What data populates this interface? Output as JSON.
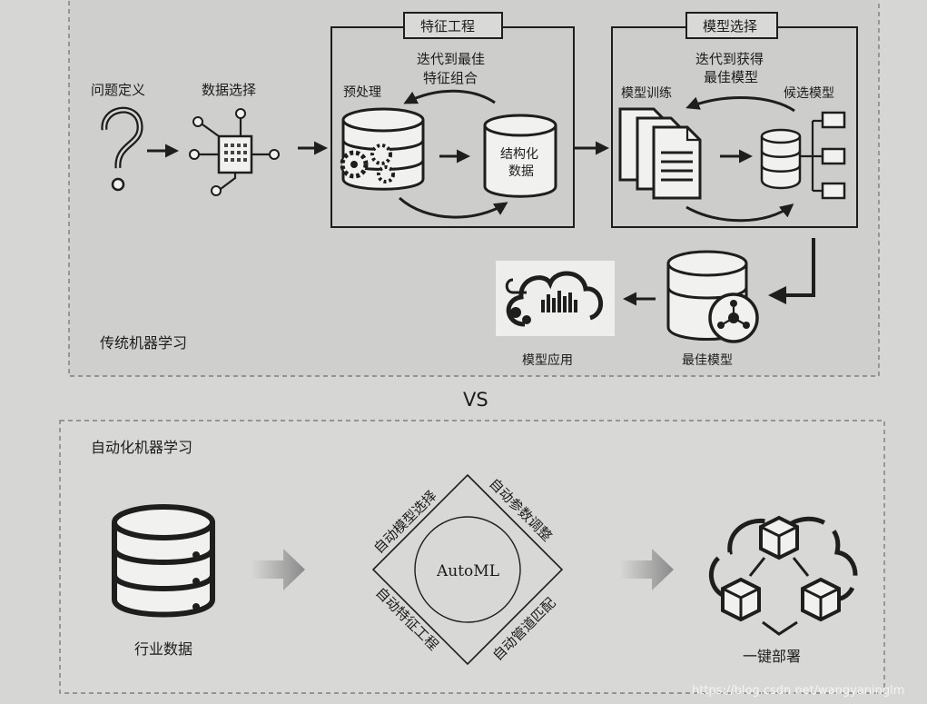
{
  "traditional": {
    "section_label": "传统机器学习",
    "problem_definition": "问题定义",
    "data_selection": "数据选择",
    "feature_engineering": {
      "title": "特征工程",
      "loop_label_1": "迭代到最佳",
      "loop_label_2": "特征组合",
      "preprocessing": "预处理",
      "structured_1": "结构化",
      "structured_2": "数据"
    },
    "model_selection": {
      "title": "模型选择",
      "loop_label_1": "迭代到获得",
      "loop_label_2": "最佳模型",
      "training": "模型训练",
      "candidates": "候选模型"
    },
    "best_model": "最佳模型",
    "model_application": "模型应用"
  },
  "vs_label": "VS",
  "automl": {
    "section_label": "自动化机器学习",
    "industry_data": "行业数据",
    "center": "AutoML",
    "top_left": "自动模型选择",
    "top_right": "自动参数调整",
    "bottom_left": "自动特征工程",
    "bottom_right": "自动管道匹配",
    "deploy": "一键部署"
  },
  "watermark": "https://blog.csdn.net/wangyaninglm"
}
